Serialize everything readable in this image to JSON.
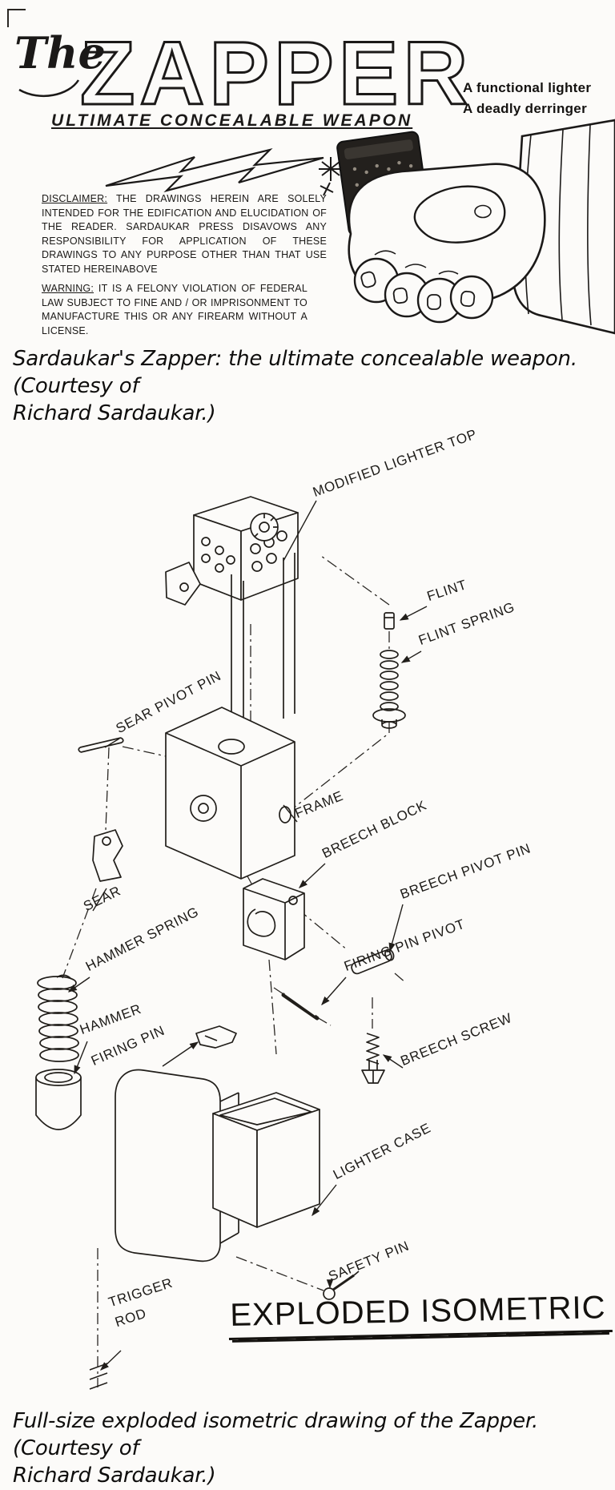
{
  "header": {
    "script_word": "The",
    "title": "ZAPPER",
    "subtitle": "ULTIMATE CONCEALABLE WEAPON",
    "tagline_line1": "A functional lighter",
    "tagline_line2": "A deadly derringer",
    "disclaimer_label": "DISCLAIMER:",
    "disclaimer_body": "THE DRAWINGS HEREIN ARE SOLELY INTENDED FOR THE EDIFICATION AND ELUCIDATION OF THE READER. SARDAUKAR PRESS DISAVOWS ANY RESPONSIBILITY FOR APPLICATION OF THESE DRAWINGS TO ANY PURPOSE OTHER THAN THAT USE STATED HEREINABOVE",
    "warning_label": "WARNING:",
    "warning_body": "IT IS A FELONY VIOLATION OF FEDERAL LAW SUBJECT TO FINE AND / OR IMPRISONMENT TO MANUFACTURE THIS OR ANY FIREARM WITHOUT A LICENSE."
  },
  "caption_top": {
    "line1": "Sardaukar's Zapper: the ultimate concealable weapon. (Courtesy of",
    "line2": "Richard Sardaukar.)"
  },
  "diagram": {
    "title": "EXPLODED ISOMETRIC",
    "labels": [
      {
        "text": "MODIFIED LIGHTER TOP"
      },
      {
        "text": "FLINT"
      },
      {
        "text": "FLINT SPRING"
      },
      {
        "text": "SEAR PIVOT PIN"
      },
      {
        "text": "FRAME"
      },
      {
        "text": "BREECH BLOCK"
      },
      {
        "text": "BREECH PIVOT PIN"
      },
      {
        "text": "FIRING PIN PIVOT"
      },
      {
        "text": "SEAR"
      },
      {
        "text": "HAMMER SPRING"
      },
      {
        "text": "BREECH SCREW"
      },
      {
        "text": "HAMMER"
      },
      {
        "text": "FIRING PIN"
      },
      {
        "text": "LIGHTER CASE"
      },
      {
        "text": "SAFETY PIN"
      },
      {
        "text": "TRIGGER ROD"
      }
    ],
    "ink_color": "#211e1a"
  },
  "caption_bottom": {
    "line1": "Full-size exploded isometric drawing of the Zapper. (Courtesy of",
    "line2": "Richard Sardaukar.)"
  }
}
